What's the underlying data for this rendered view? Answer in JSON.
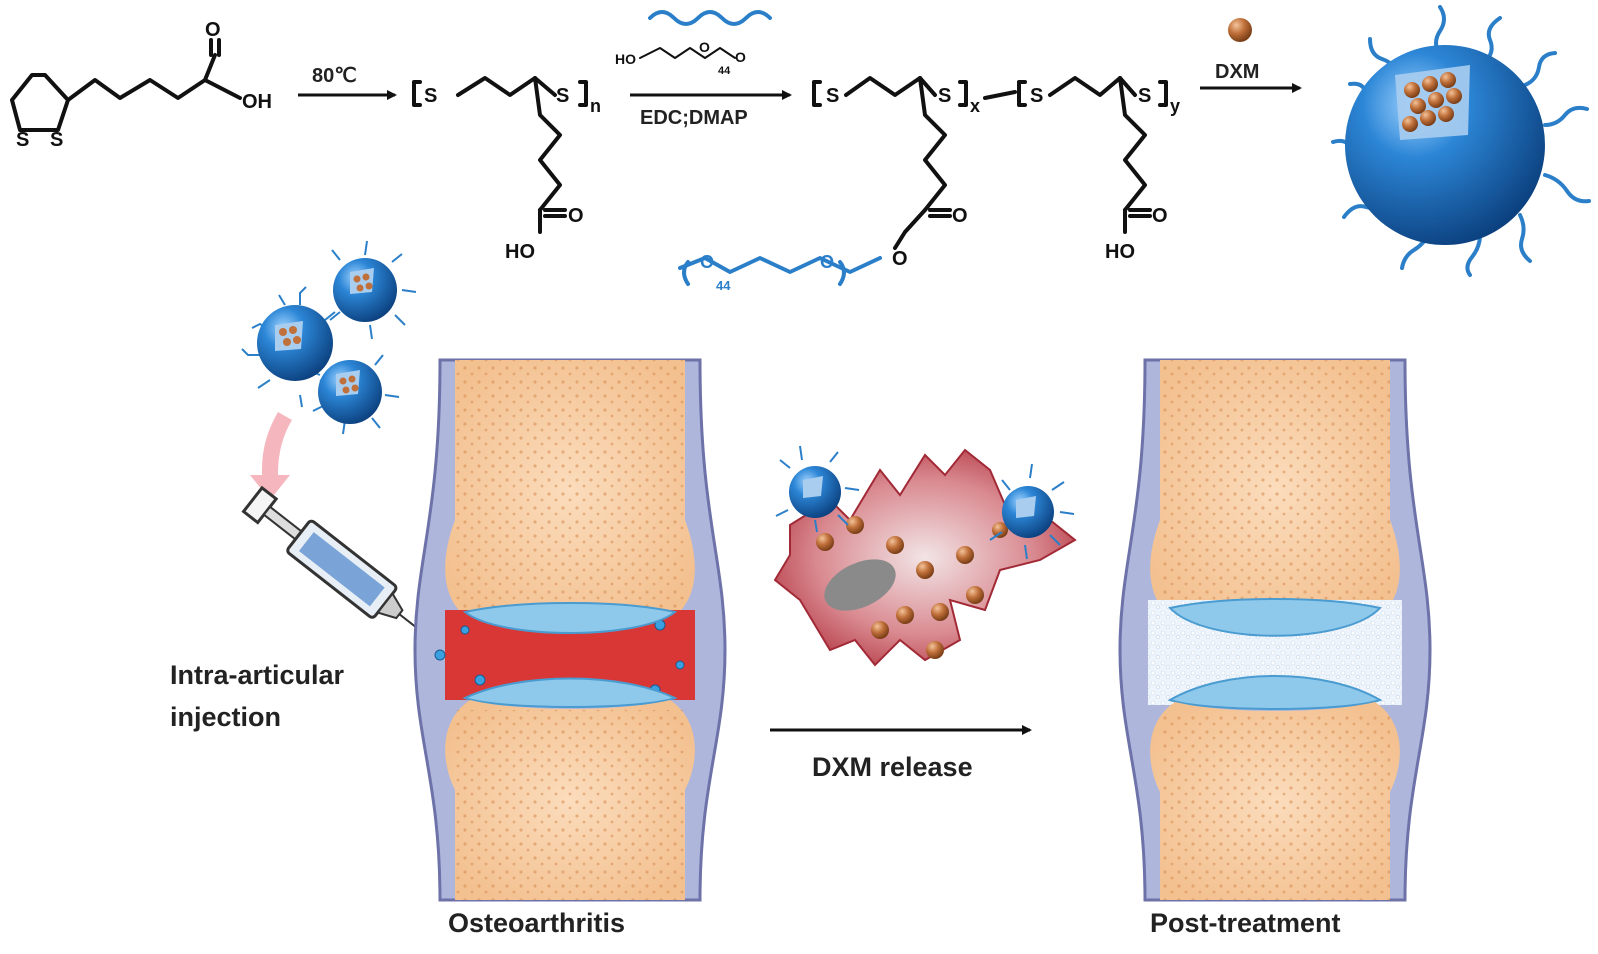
{
  "reaction": {
    "step1_condition": "80℃",
    "step2_condition": "EDC;DMAP",
    "step3_condition": "DXM",
    "subscript_n": "n",
    "subscript_x": "x",
    "subscript_y": "y",
    "peg_repeat": "44",
    "atom_S": "S",
    "atom_O": "O",
    "atom_OH": "OH",
    "atom_HO": "HO"
  },
  "labels": {
    "injection_line1": "Intra-articular",
    "injection_line2": "injection",
    "release": "DXM release",
    "left_joint": "Osteoarthritis",
    "right_joint": "Post-treatment"
  },
  "colors": {
    "peg_blue": "#2b7fc9",
    "nanoparticle": "#1f6fc0",
    "drug": "#c0703a",
    "bone": "#f7cfa4",
    "cartilage": "#8ec9ec",
    "inflamed": "#d93636",
    "macrophage": "#c84b55"
  }
}
